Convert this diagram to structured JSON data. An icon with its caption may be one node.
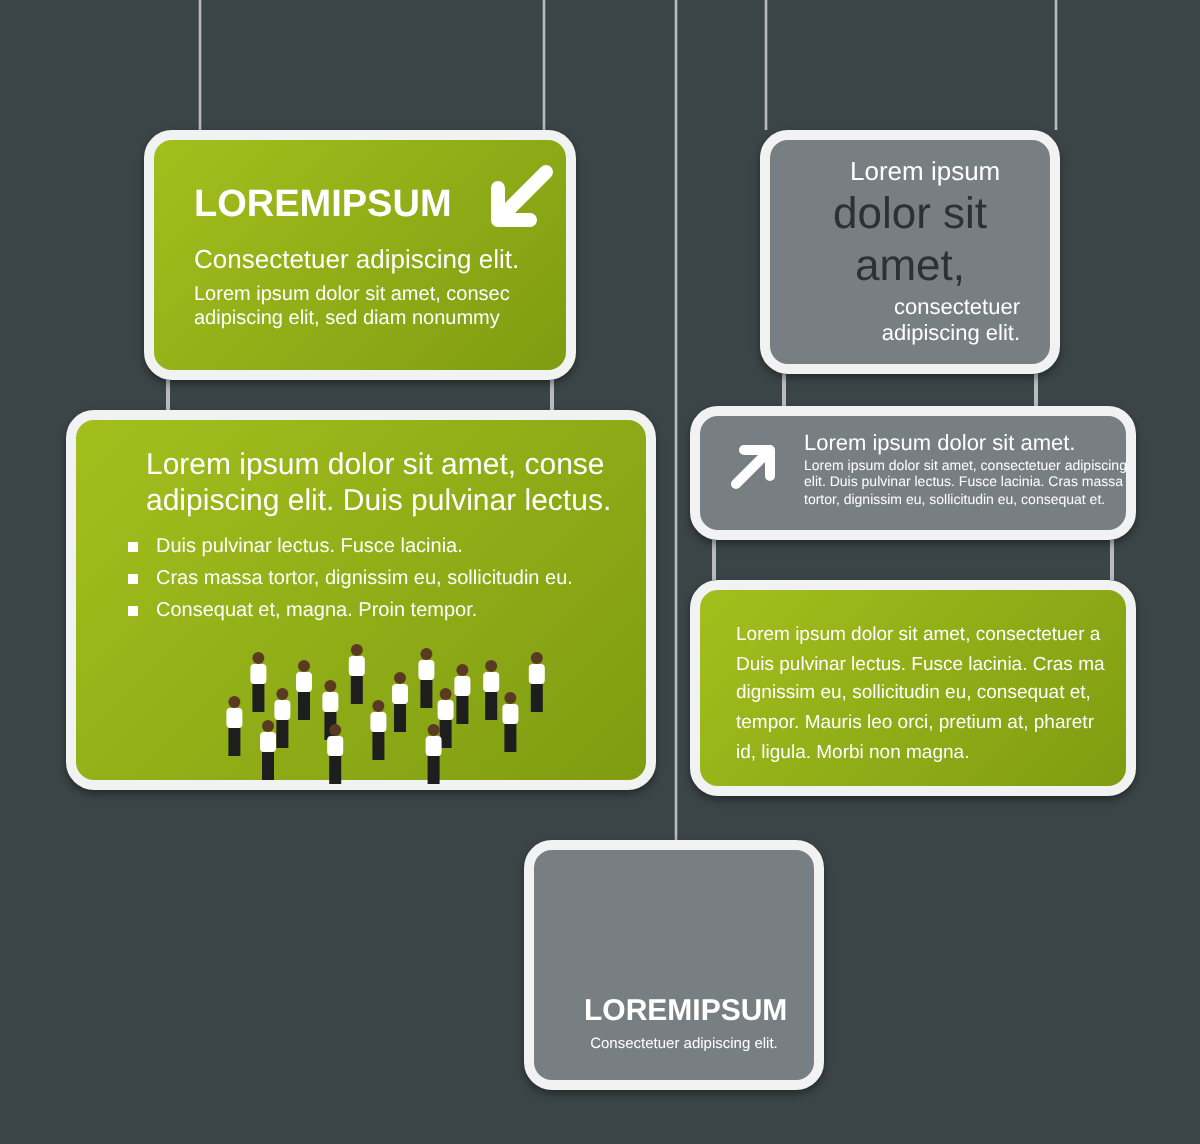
{
  "diagram": {
    "nodes": [
      {
        "text": [
          "LOREMIPSUM",
          "Consectetuer adipiscing elit.",
          "Lorem ipsum dolor sit amet, consec adipiscing elit, sed diam nonummy"
        ]
      },
      {
        "text": [
          "Lorem ipsum dolor sit amet, conse adipiscing elit. Duis pulvinar lectus.",
          "Duis pulvinar lectus. Fusce lacinia.",
          "Cras massa tortor, dignissim eu, sollicitudin eu.",
          "Consequat et, magna. Proin tempor."
        ]
      },
      {
        "text": [
          "Lorem ipsum",
          "dolor sit amet,",
          "consectetuer adipiscing elit."
        ]
      },
      {
        "text": [
          "Lorem ipsum dolor sit amet.",
          "Lorem ipsum dolor sit amet, consectetuer adipiscing elit. Duis pulvinar lectus. Fusce lacinia. Cras massa tortor, dignissim eu, sollicitudin eu, consequat et."
        ]
      },
      {
        "text": [
          "Lorem ipsum dolor sit amet, consectetuer a Duis pulvinar lectus. Fusce lacinia. Cras ma dignissim eu, sollicitudin eu, consequat et, tempor. Mauris leo orci, pretium at, pharetr id, ligula. Morbi non magna."
        ]
      },
      {
        "text": [
          "LOREMIPSUM",
          "Consectetuer adipiscing elit."
        ]
      }
    ],
    "edges": [
      {
        "from": 0,
        "to": 1,
        "arrow": "none"
      },
      {
        "from": 0,
        "to": 1,
        "arrow": "none"
      },
      {
        "from": 2,
        "to": 3,
        "arrow": "none"
      },
      {
        "from": 2,
        "to": 3,
        "arrow": "none"
      },
      {
        "from": 3,
        "to": 4,
        "arrow": "none"
      },
      {
        "from": 3,
        "to": 4,
        "arrow": "none"
      }
    ]
  }
}
